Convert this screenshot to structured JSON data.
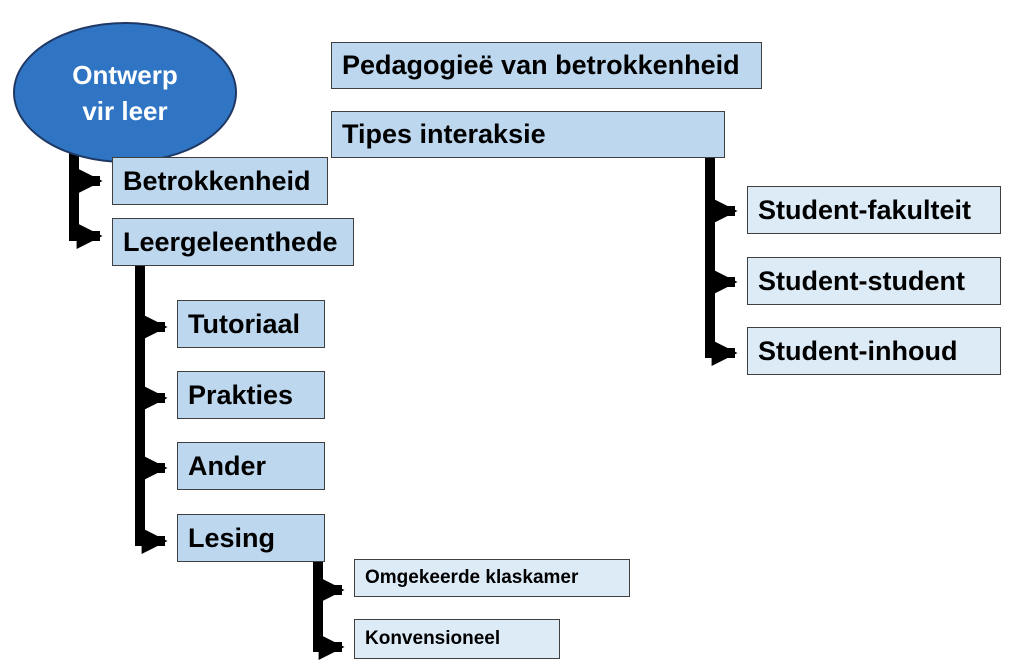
{
  "root": {
    "line1": "Ontwerp",
    "line2": "vir leer"
  },
  "header_box": "Pedagogieë van betrokkenheid",
  "interaction_box": "Tipes interaksie",
  "interaction_children": [
    "Student-fakulteit",
    "Student-student",
    "Student-inhoud"
  ],
  "branch_1": "Betrokkenheid",
  "branch_2": "Leergeleenthede",
  "learning_children": [
    "Tutoriaal",
    "Prakties",
    "Ander",
    "Lesing"
  ],
  "lecture_children": [
    "Omgekeerde klaskamer",
    "Konvensioneel"
  ],
  "colors": {
    "root_fill": "#2f75c4",
    "box_dark": "#bdd7ee",
    "box_light": "#ddebf7",
    "connector": "#000000"
  }
}
